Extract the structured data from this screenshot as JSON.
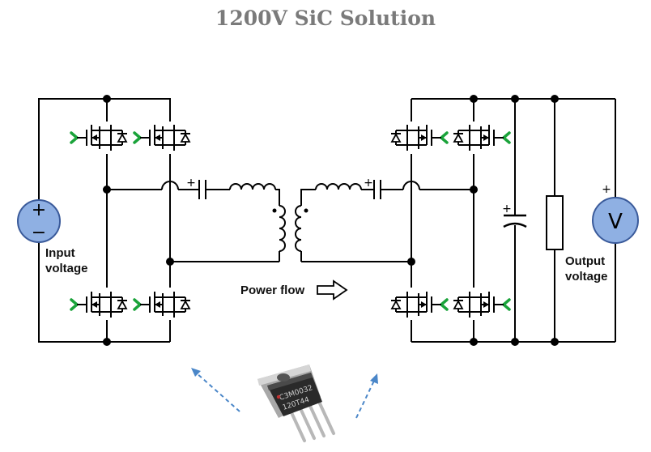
{
  "title": "1200V SiC Solution",
  "labels": {
    "input_line1": "Input",
    "input_line2": "voltage",
    "output_line1": "Output",
    "output_line2": "voltage",
    "power_flow": "Power flow",
    "voltmeter": "V",
    "plus": "+",
    "minus": "−"
  },
  "chip": {
    "marking_line1": "C3M0032",
    "marking_line2": "120T44"
  },
  "colors": {
    "source_fill": "#8fb0e3",
    "source_stroke": "#3a5a9a",
    "gate_green": "#1aa33a",
    "arrow_blue": "#4a86c8",
    "title_gray": "#7a7a7a"
  }
}
